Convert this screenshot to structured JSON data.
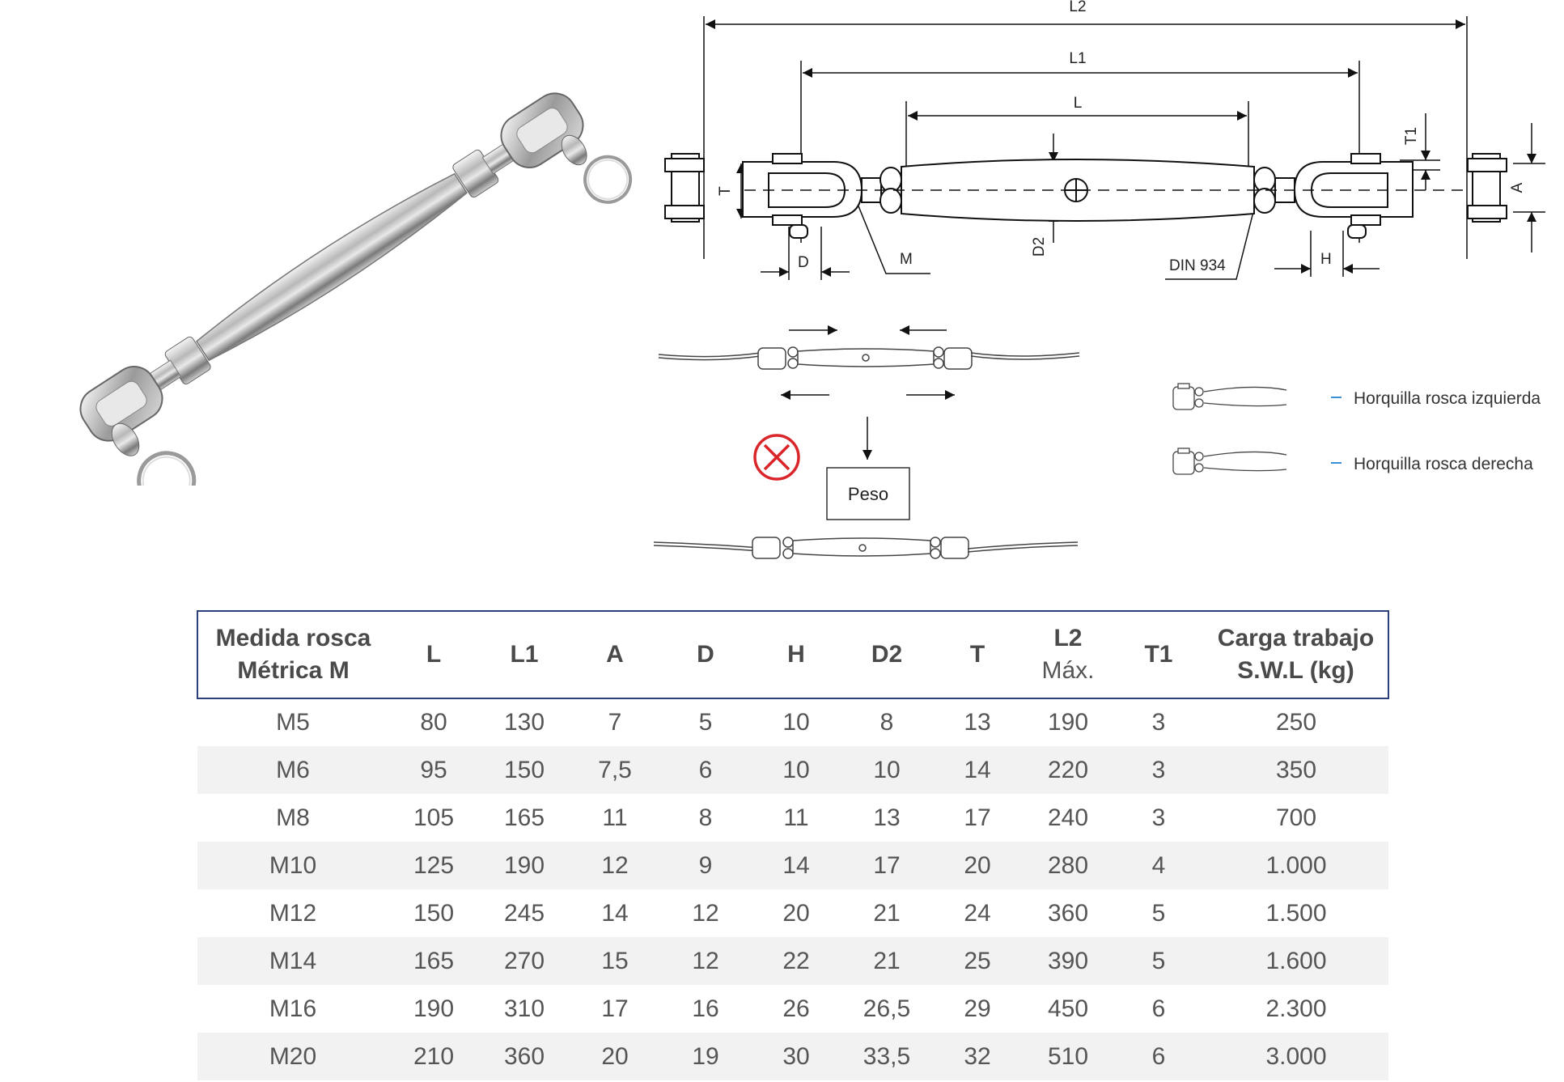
{
  "diagram": {
    "dims": {
      "L2": "L2",
      "L1": "L1",
      "L": "L",
      "T1": "T1",
      "T": "T",
      "A": "A",
      "D": "D",
      "M": "M",
      "D2": "D2",
      "H": "H",
      "DIN": "DIN 934"
    },
    "peso": "Peso"
  },
  "legend": {
    "items": [
      {
        "label": "Horquilla rosca izquierda",
        "color": "#3a8fd6"
      },
      {
        "label": "Horquilla rosca derecha",
        "color": "#3a8fd6"
      }
    ]
  },
  "table": {
    "headers": [
      {
        "line1": "Medida rosca",
        "line2": "Métrica M"
      },
      {
        "line1": "L",
        "line2": ""
      },
      {
        "line1": "L1",
        "line2": ""
      },
      {
        "line1": "A",
        "line2": ""
      },
      {
        "line1": "D",
        "line2": ""
      },
      {
        "line1": "H",
        "line2": ""
      },
      {
        "line1": "D2",
        "line2": ""
      },
      {
        "line1": "T",
        "line2": ""
      },
      {
        "line1": "L2",
        "line2": "Máx."
      },
      {
        "line1": "T1",
        "line2": ""
      },
      {
        "line1": "Carga trabajo",
        "line2": "S.W.L (kg)"
      }
    ],
    "rows": [
      [
        "M5",
        "80",
        "130",
        "7",
        "5",
        "10",
        "8",
        "13",
        "190",
        "3",
        "250"
      ],
      [
        "M6",
        "95",
        "150",
        "7,5",
        "6",
        "10",
        "10",
        "14",
        "220",
        "3",
        "350"
      ],
      [
        "M8",
        "105",
        "165",
        "11",
        "8",
        "11",
        "13",
        "17",
        "240",
        "3",
        "700"
      ],
      [
        "M10",
        "125",
        "190",
        "12",
        "9",
        "14",
        "17",
        "20",
        "280",
        "4",
        "1.000"
      ],
      [
        "M12",
        "150",
        "245",
        "14",
        "12",
        "20",
        "21",
        "24",
        "360",
        "5",
        "1.500"
      ],
      [
        "M14",
        "165",
        "270",
        "15",
        "12",
        "22",
        "21",
        "25",
        "390",
        "5",
        "1.600"
      ],
      [
        "M16",
        "190",
        "310",
        "17",
        "16",
        "26",
        "26,5",
        "29",
        "450",
        "6",
        "2.300"
      ],
      [
        "M20",
        "210",
        "360",
        "20",
        "19",
        "30",
        "33,5",
        "32",
        "510",
        "6",
        "3.000"
      ]
    ]
  },
  "colors": {
    "table_border": "#2b3f7a",
    "forbidden_red": "#d9262b",
    "legend_dash": "#3a8fd6"
  }
}
